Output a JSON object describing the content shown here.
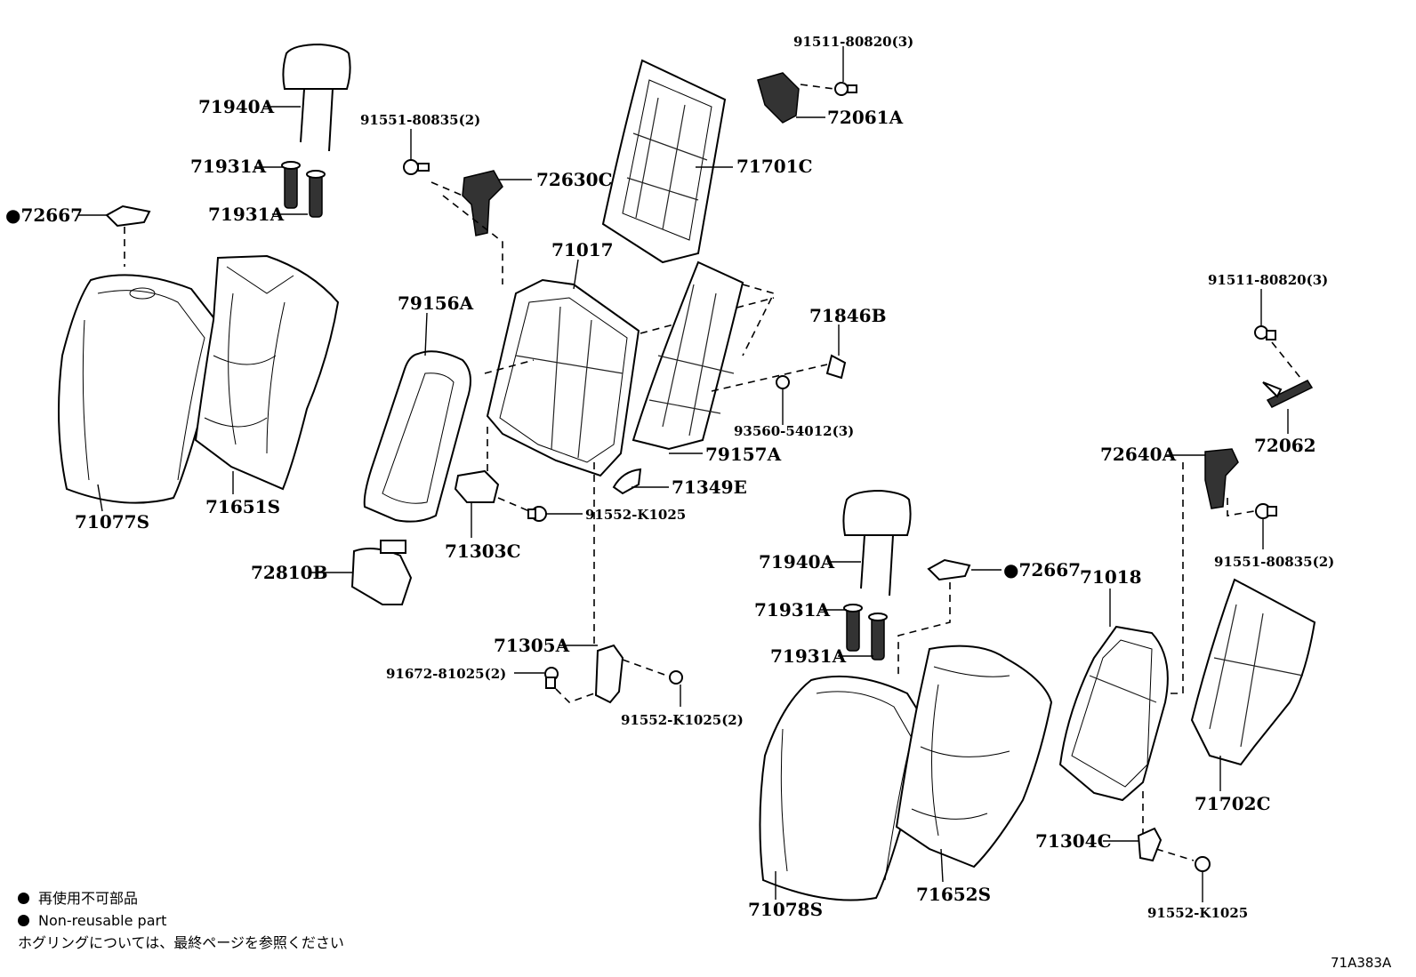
{
  "labels": {
    "p71940A_1": "71940A",
    "p71931A_1": "71931A",
    "p71931A_2": "71931A",
    "p72667_1": "●72667",
    "p91551_1": "91551-80835(2)",
    "p72630C": "72630C",
    "p91511_1": "91511-80820(3)",
    "p72061A": "72061A",
    "p71701C": "71701C",
    "p71017": "71017",
    "p79156A": "79156A",
    "p71846B": "71846B",
    "p93560": "93560-54012(3)",
    "p79157A": "79157A",
    "p71349E": "71349E",
    "p91552_1": "91552-K1025",
    "p71303C": "71303C",
    "p71077S": "71077S",
    "p71651S": "71651S",
    "p72810B": "72810B",
    "p71305A": "71305A",
    "p91672": "91672-81025(2)",
    "p91552_2": "91552-K1025(2)",
    "p91511_2": "91511-80820(3)",
    "p72062": "72062",
    "p72640A": "72640A",
    "p91551_2": "91551-80835(2)",
    "p71940A_2": "71940A",
    "p72667_2": "●72667",
    "p71018": "71018",
    "p71931A_3": "71931A",
    "p71931A_4": "71931A",
    "p71702C": "71702C",
    "p71304C": "71304C",
    "p71078S": "71078S",
    "p71652S": "71652S",
    "p91552_3": "91552-K1025"
  },
  "legend": {
    "jp_nonreusable": "再使用不可部品",
    "en_nonreusable": "Non-reusable part",
    "jp_note": "ホグリングについては、最終ページを参照ください"
  },
  "diagram_code": "71A383A"
}
